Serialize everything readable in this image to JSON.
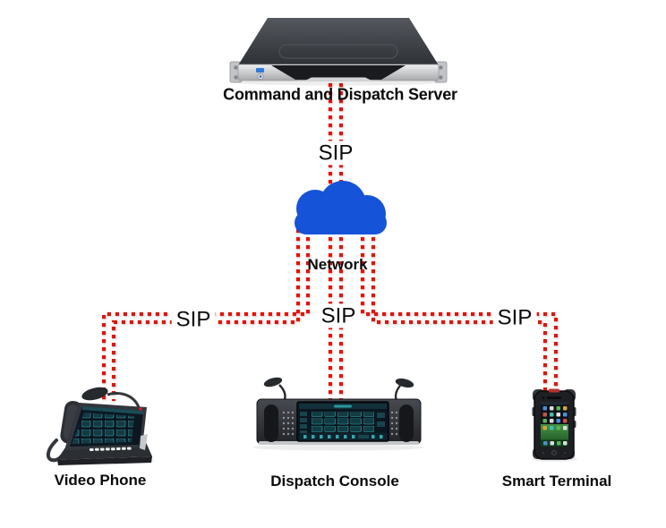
{
  "diagram": {
    "server_label": "Command and Dispatch Server",
    "network_label": "Network",
    "sip_labels": {
      "top": "SIP",
      "left": "SIP",
      "center": "SIP",
      "right": "SIP"
    },
    "devices": [
      {
        "id": "video-phone",
        "label": "Video Phone"
      },
      {
        "id": "dispatch-console",
        "label": "Dispatch Console"
      },
      {
        "id": "smart-terminal",
        "label": "Smart Terminal"
      }
    ],
    "colors": {
      "line_red": "#dd1510",
      "cloud_blue": "#1553d8",
      "label_black": "#0a0a0a",
      "screen_teal": "#2fa9b0",
      "screen_dark": "#0c161e"
    }
  }
}
